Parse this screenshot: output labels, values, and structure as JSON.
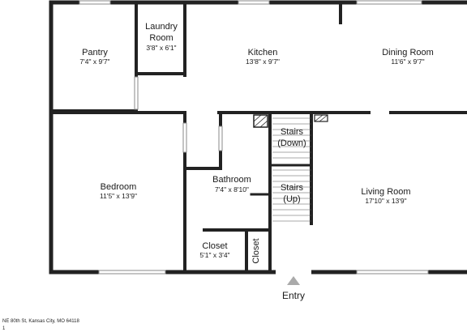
{
  "colors": {
    "wall": "#222222",
    "window": "#9a9a9a",
    "floor": "#ffffff",
    "text": "#1a1a1a"
  },
  "rooms": {
    "pantry": {
      "name": "Pantry",
      "dim": "7'4\" x 9'7\""
    },
    "laundry": {
      "name": "Laundry",
      "name2": "Room",
      "dim": "3'8\" x 6'1\""
    },
    "kitchen": {
      "name": "Kitchen",
      "dim": "13'8\" x 9'7\""
    },
    "dining": {
      "name": "Dining Room",
      "dim": "11'6\" x 9'7\""
    },
    "bedroom": {
      "name": "Bedroom",
      "dim": "11'5\" x 13'9\""
    },
    "bathroom": {
      "name": "Bathroom",
      "dim": "7'4\" x 8'10\""
    },
    "stairs_down": {
      "name": "Stairs",
      "name2": "(Down)"
    },
    "stairs_up": {
      "name": "Stairs",
      "name2": "(Up)"
    },
    "living": {
      "name": "Living Room",
      "dim": "17'10\" x 13'9\""
    },
    "closet1": {
      "name": "Closet",
      "dim": "5'1\" x 3'4\""
    },
    "closet2": {
      "name": "Closet"
    }
  },
  "entry": {
    "label": "Entry"
  },
  "footer": {
    "address": "NE 80th St, Kansas City, MO 64118",
    "page": "1"
  }
}
